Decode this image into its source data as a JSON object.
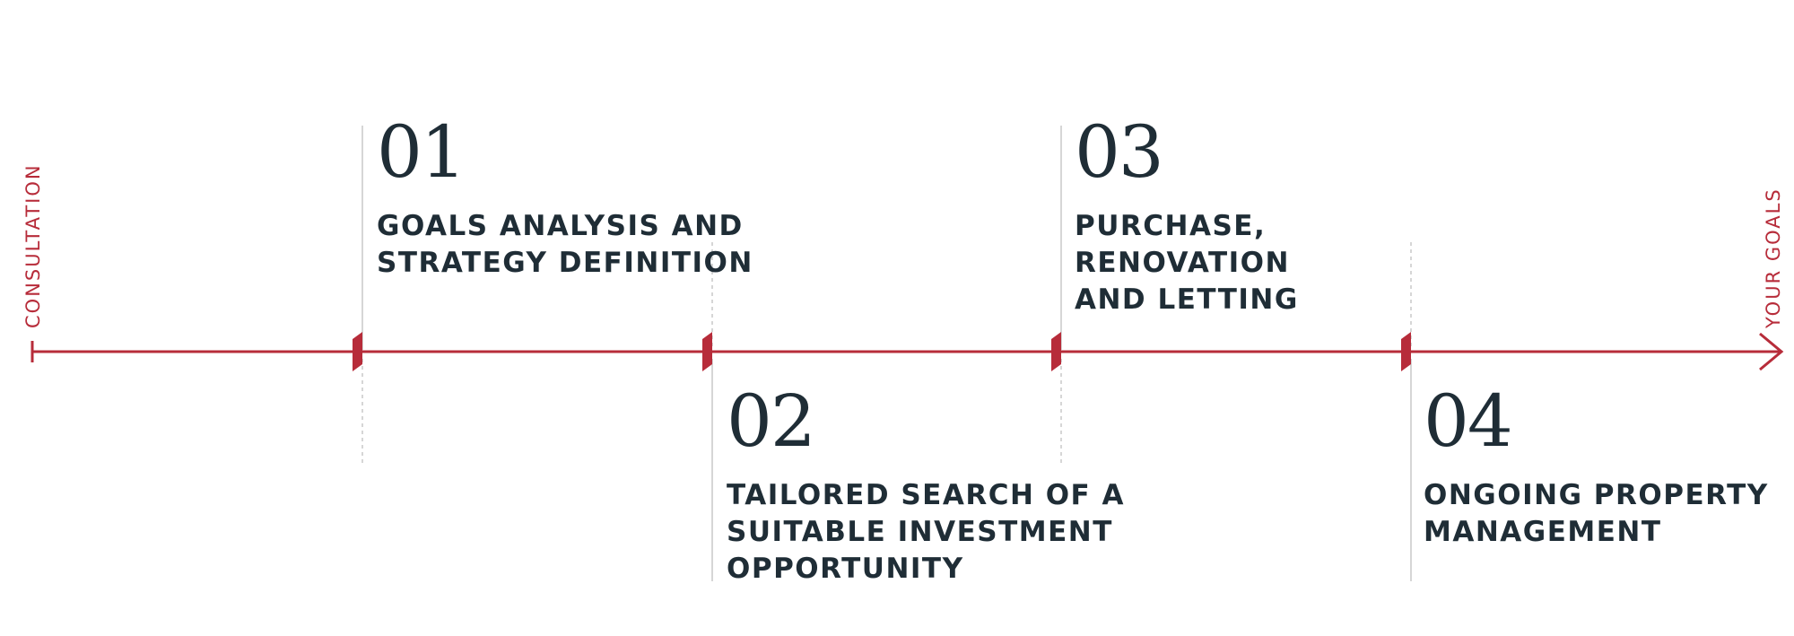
{
  "timeline": {
    "start_label": "CONSULTATION",
    "end_label": "YOUR GOALS",
    "accent_color": "#b72c3a",
    "text_color": "#1f2d36",
    "steps": [
      {
        "number": "01",
        "title_lines": [
          "GOALS ANALYSIS AND",
          "STRATEGY DEFINITION"
        ]
      },
      {
        "number": "02",
        "title_lines": [
          "TAILORED SEARCH OF A",
          "SUITABLE INVESTMENT",
          "OPPORTUNITY"
        ]
      },
      {
        "number": "03",
        "title_lines": [
          "PURCHASE,",
          "RENOVATION",
          "AND LETTING"
        ]
      },
      {
        "number": "04",
        "title_lines": [
          "ONGOING PROPERTY",
          "MANAGEMENT"
        ]
      }
    ]
  }
}
